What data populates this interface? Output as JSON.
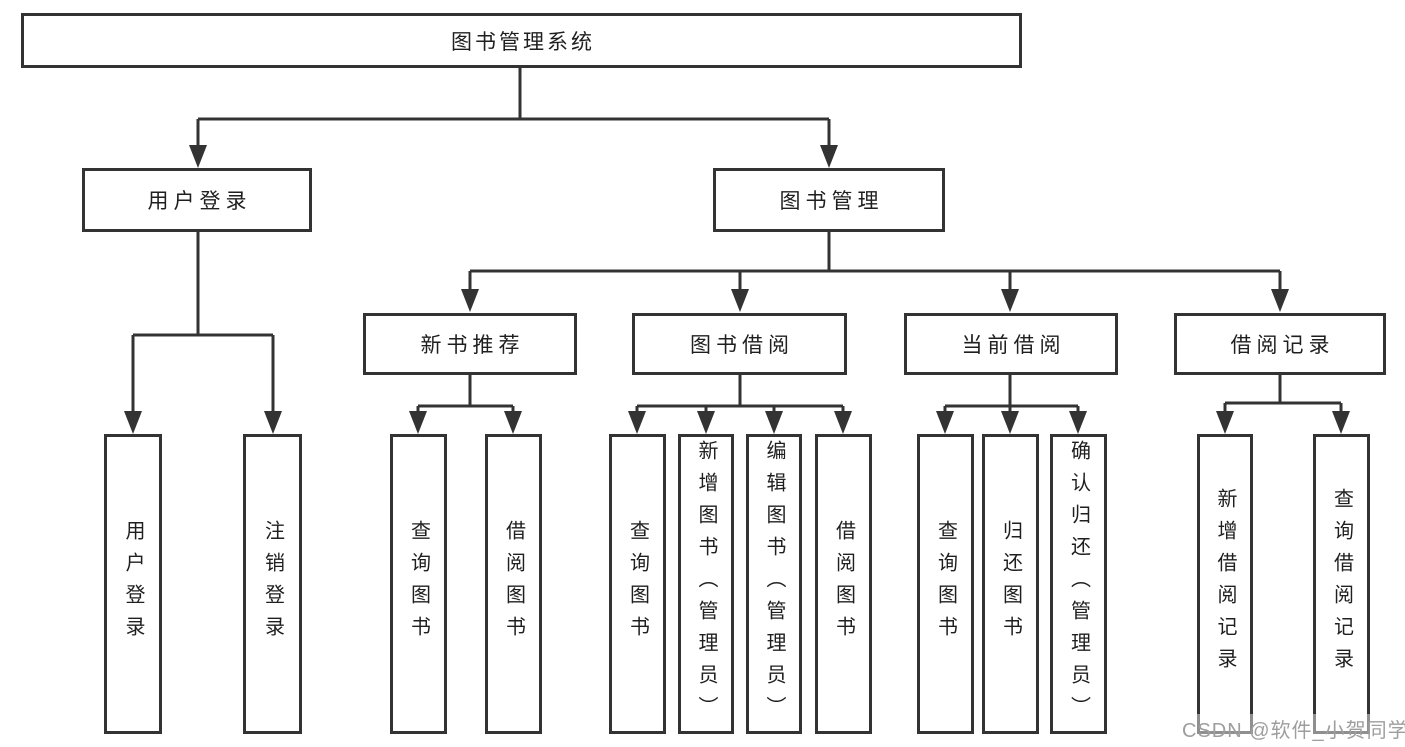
{
  "diagram": {
    "title": "图书管理系统",
    "nodes": {
      "root": {
        "label": "图书管理系统"
      },
      "user_login": {
        "label": "用户登录"
      },
      "book_mgmt": {
        "label": "图书管理"
      },
      "new_book_rec": {
        "label": "新书推荐"
      },
      "book_borrow": {
        "label": "图书借阅"
      },
      "current_borrow": {
        "label": "当前借阅"
      },
      "borrow_records": {
        "label": "借阅记录"
      },
      "leaf_user_login": {
        "label": "用户登录"
      },
      "leaf_logout": {
        "label": "注销登录"
      },
      "leaf_query_book_1": {
        "label": "查询图书"
      },
      "leaf_borrow_book_1": {
        "label": "借阅图书"
      },
      "leaf_query_book_2": {
        "label": "查询图书"
      },
      "leaf_add_book": {
        "label": "新增图书（管理员）"
      },
      "leaf_edit_book": {
        "label": "编辑图书（管理员）"
      },
      "leaf_borrow_book_2": {
        "label": "借阅图书"
      },
      "leaf_query_book_3": {
        "label": "查询图书"
      },
      "leaf_return_book": {
        "label": "归还图书"
      },
      "leaf_confirm_return": {
        "label": "确认归还（管理员）"
      },
      "leaf_add_borrow_record": {
        "label": "新增借阅记录"
      },
      "leaf_query_borrow_record": {
        "label": "查询借阅记录"
      }
    },
    "hierarchy": {
      "root": [
        "user_login",
        "book_mgmt"
      ],
      "user_login": [
        "leaf_user_login",
        "leaf_logout"
      ],
      "book_mgmt": [
        "new_book_rec",
        "book_borrow",
        "current_borrow",
        "borrow_records"
      ],
      "new_book_rec": [
        "leaf_query_book_1",
        "leaf_borrow_book_1"
      ],
      "book_borrow": [
        "leaf_query_book_2",
        "leaf_add_book",
        "leaf_edit_book",
        "leaf_borrow_book_2"
      ],
      "current_borrow": [
        "leaf_query_book_3",
        "leaf_return_book",
        "leaf_confirm_return"
      ],
      "borrow_records": [
        "leaf_add_borrow_record",
        "leaf_query_borrow_record"
      ]
    },
    "colors": {
      "line": "#333333",
      "text": "#1f1f1f",
      "background": "#ffffff",
      "watermark": "#9e9e9e"
    }
  },
  "watermark": {
    "text": "CSDN @软件_小贺同学"
  }
}
